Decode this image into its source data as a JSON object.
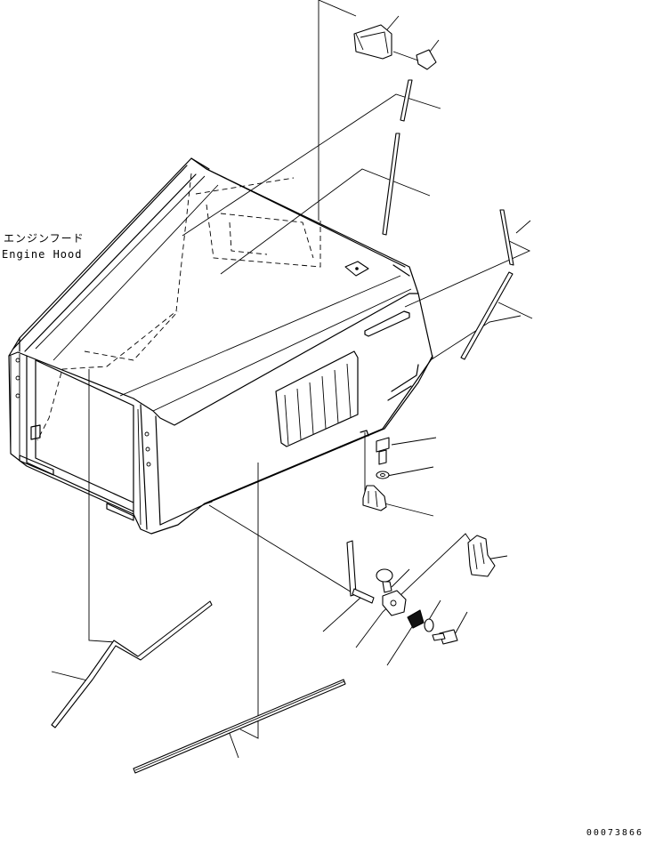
{
  "diagram": {
    "label_ja": "エンジンフード",
    "label_en": "Engine Hood",
    "drawing_code": "00073866"
  }
}
